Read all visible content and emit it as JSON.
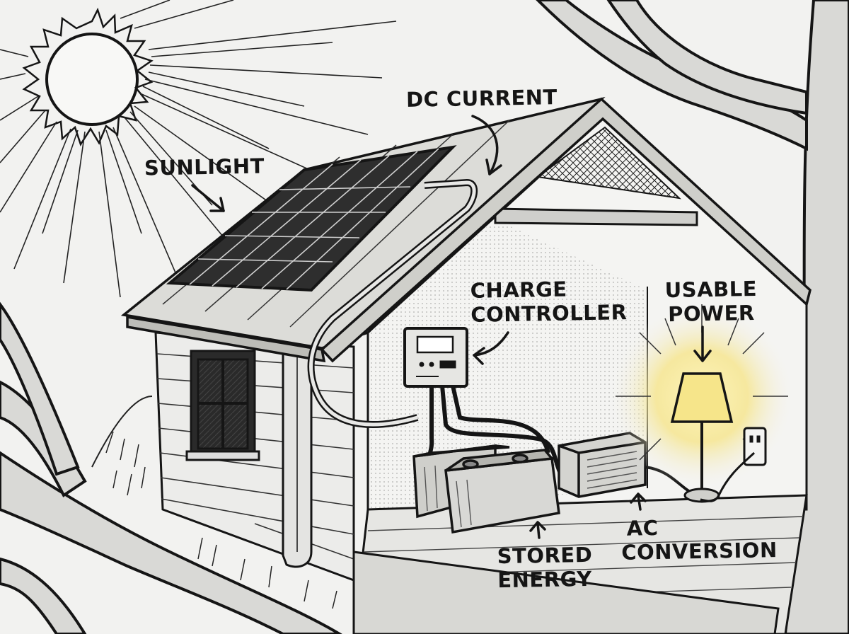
{
  "labels": {
    "sunlight": "SUNLIGHT",
    "dc_current": "DC CURRENT",
    "charge_controller": [
      "CHARGE",
      "CONTROLLER"
    ],
    "usable_power": [
      "USABLE",
      "POWER"
    ],
    "ac_conversion": [
      "AC",
      "CONVERSION"
    ],
    "stored_energy": [
      "STORED",
      "ENERGY"
    ]
  },
  "colors": {
    "ink": "#151515",
    "paper": "#f2f2f0",
    "lamp_glow": "#f6e58a"
  },
  "icons": [
    "sun-icon",
    "solar-panel-icon",
    "charge-controller-icon",
    "battery-icon",
    "inverter-icon",
    "lamp-icon",
    "wall-outlet-icon"
  ]
}
